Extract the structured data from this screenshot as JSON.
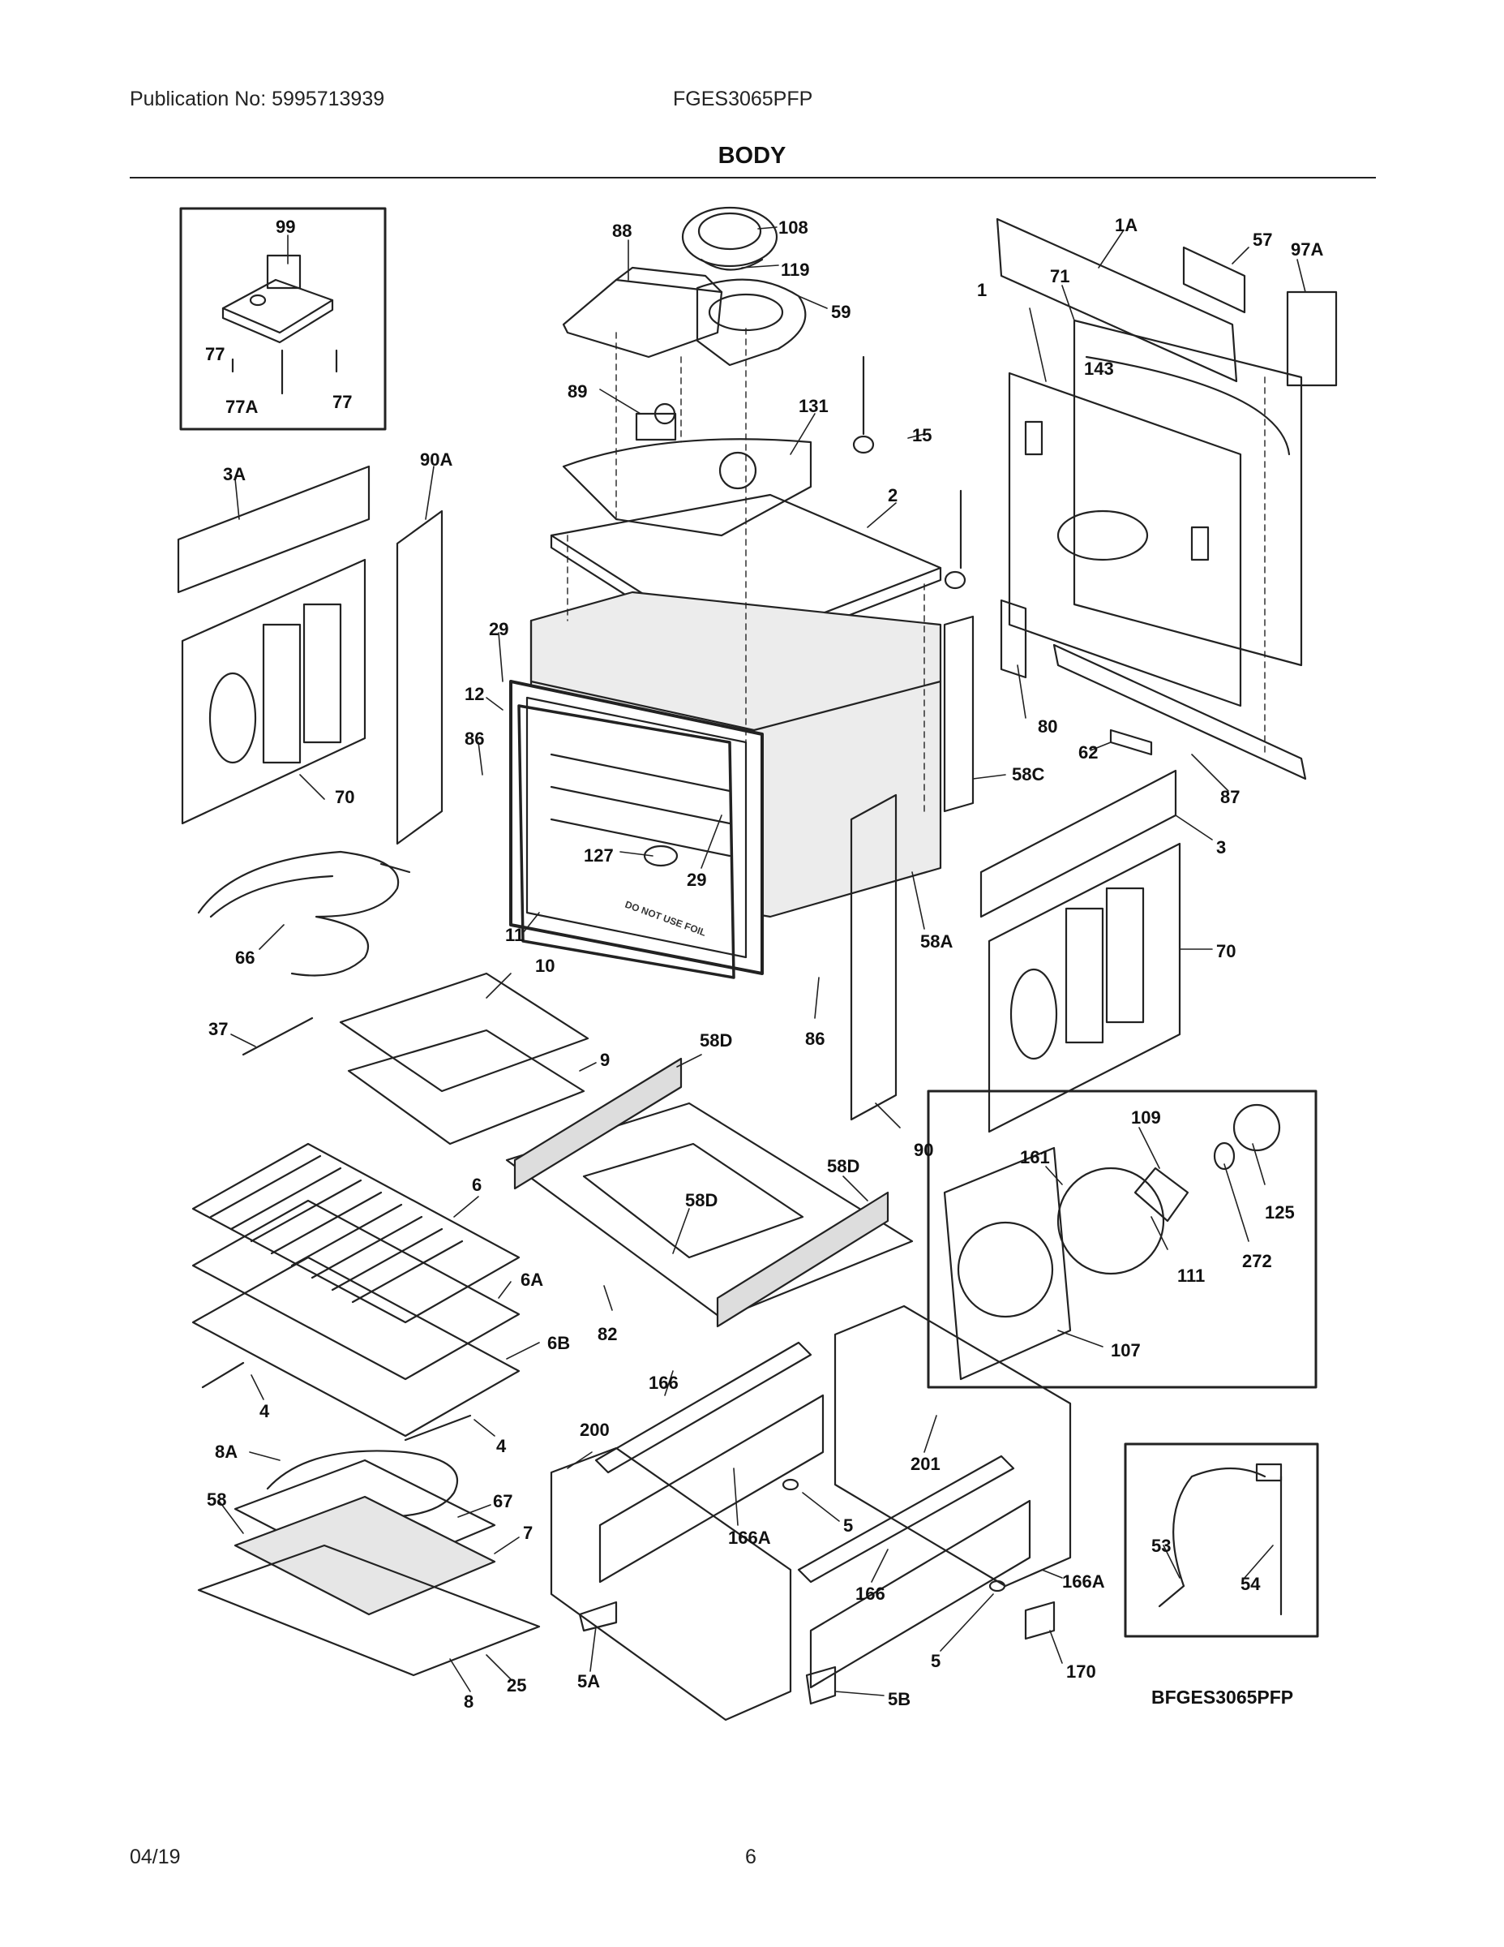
{
  "header": {
    "publication": "Publication No: 5995713939",
    "model": "FGES3065PFP",
    "title": "BODY"
  },
  "diagram": {
    "drawing_code": "BFGES3065PFP",
    "warning_stamp": "DO NOT USE FOIL",
    "labels": {
      "l99": "99",
      "l77a": "77",
      "l77b": "77",
      "l77A": "77A",
      "l88": "88",
      "l108": "108",
      "l119": "119",
      "l59": "59",
      "l89": "89",
      "l131": "131",
      "l15": "15",
      "l2": "2",
      "l1A": "1A",
      "l57": "57",
      "l97A": "97A",
      "l71": "71",
      "l1": "1",
      "l143": "143",
      "l3A": "3A",
      "l90A": "90A",
      "l70a": "70",
      "l29a": "29",
      "l12": "12",
      "l86a": "86",
      "l127": "127",
      "l29b": "29",
      "l11": "11",
      "l58A": "58A",
      "l58C": "58C",
      "l80": "80",
      "l62": "62",
      "l87": "87",
      "l3": "3",
      "l70b": "70",
      "l66": "66",
      "l10": "10",
      "l37": "37",
      "l9": "9",
      "l86b": "86",
      "l58D1": "58D",
      "l90": "90",
      "l58D2": "58D",
      "l58D3": "58D",
      "l82": "82",
      "l109": "109",
      "l161": "161",
      "l125": "125",
      "l272": "272",
      "l111": "111",
      "l107": "107",
      "l6": "6",
      "l6A": "6A",
      "l6B": "6B",
      "l4a": "4",
      "l4b": "4",
      "l166a": "166",
      "l200": "200",
      "l201": "201",
      "l5a": "5",
      "l166A1": "166A",
      "l166b": "166",
      "l166A2": "166A",
      "l5b": "5",
      "l170": "170",
      "l5A": "5A",
      "l5B": "5B",
      "l8A": "8A",
      "l58": "58",
      "l67": "67",
      "l7": "7",
      "l25": "25",
      "l8": "8",
      "l53": "53",
      "l54": "54"
    }
  },
  "footer": {
    "date": "04/19",
    "page": "6"
  }
}
